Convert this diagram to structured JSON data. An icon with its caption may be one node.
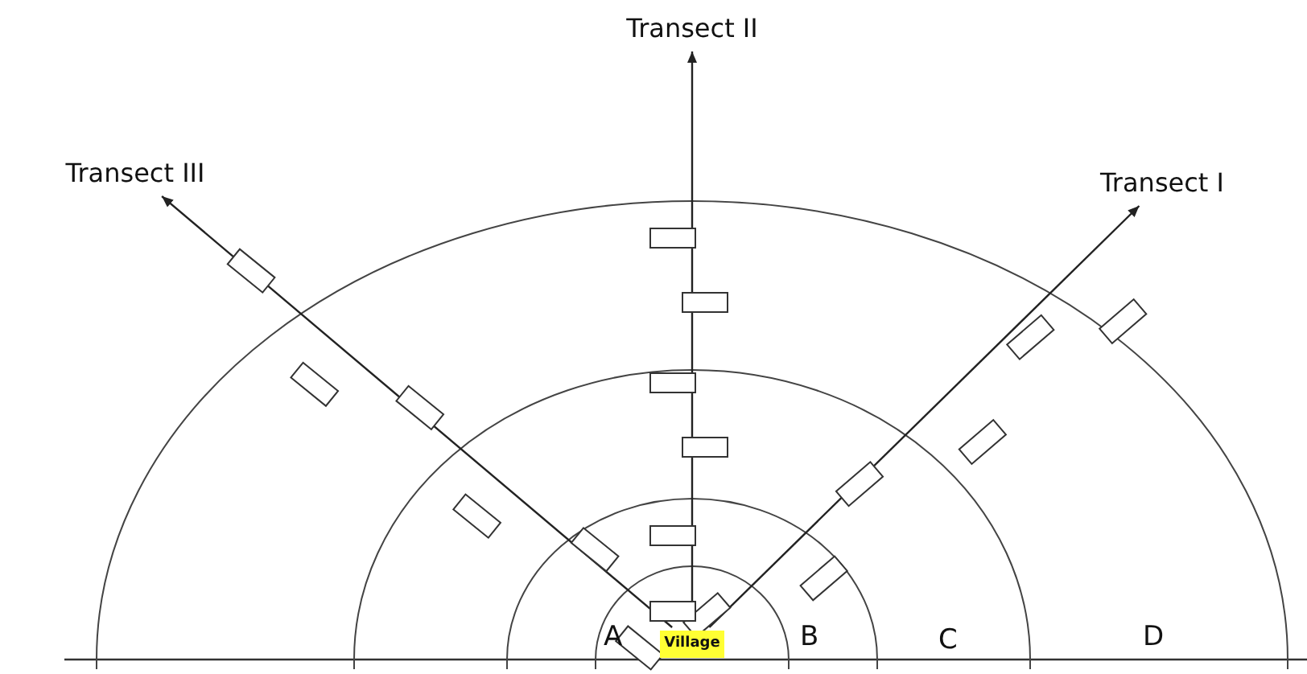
{
  "diagram": {
    "nodes": [
      {
        "text": [
          "Village"
        ]
      },
      {
        "text": [
          "Transect I"
        ]
      },
      {
        "text": [
          "Transect II"
        ]
      },
      {
        "text": [
          "Transect III"
        ]
      }
    ],
    "edges": [
      {
        "from": 0,
        "to": 1,
        "arrow": "to"
      },
      {
        "from": 0,
        "to": 2,
        "arrow": "to"
      },
      {
        "from": 0,
        "to": 3,
        "arrow": "to"
      }
    ],
    "labels": [
      "A",
      "B",
      "C",
      "D"
    ]
  }
}
